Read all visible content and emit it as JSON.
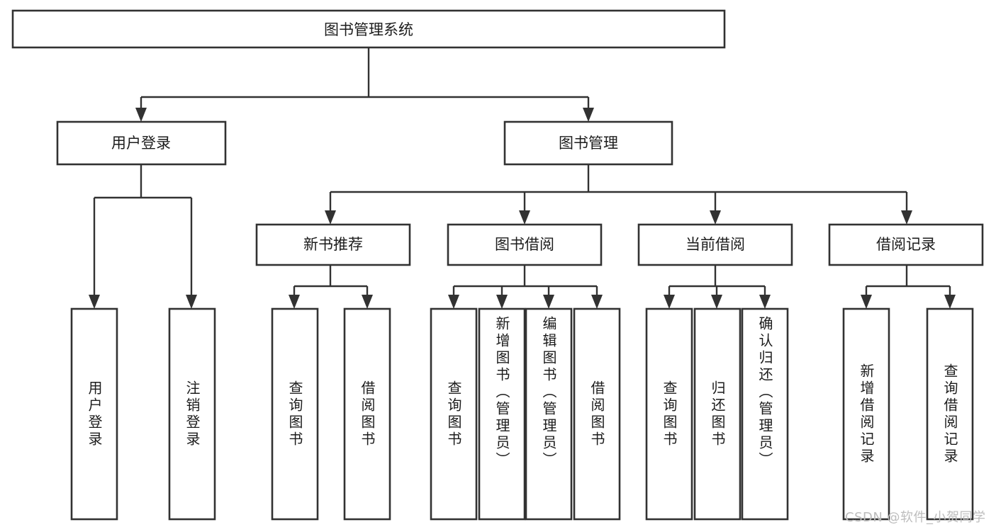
{
  "diagram": {
    "title": "图书管理系统",
    "type": "tree-hierarchy-diagram",
    "root": {
      "label": "图书管理系统"
    },
    "level2": [
      {
        "label": "用户登录"
      },
      {
        "label": "图书管理"
      }
    ],
    "level3": [
      {
        "label": "新书推荐"
      },
      {
        "label": "图书借阅"
      },
      {
        "label": "当前借阅"
      },
      {
        "label": "借阅记录"
      }
    ],
    "leaves": {
      "user_login": [
        {
          "label": "用户登录"
        },
        {
          "label": "注销登录"
        }
      ],
      "new_book_recommend": [
        {
          "label": "查询图书"
        },
        {
          "label": "借阅图书"
        }
      ],
      "book_borrow": [
        {
          "label": "查询图书"
        },
        {
          "label": "新增图书（管理员）"
        },
        {
          "label": "编辑图书（管理员）"
        },
        {
          "label": "借阅图书"
        }
      ],
      "current_borrow": [
        {
          "label": "查询图书"
        },
        {
          "label": "归还图书"
        },
        {
          "label": "确认归还（管理员）"
        }
      ],
      "borrow_record": [
        {
          "label": "新增借阅记录"
        },
        {
          "label": "查询借阅记录"
        }
      ]
    }
  },
  "watermark": {
    "text": "CSDN @软件_小贺同学"
  },
  "colors": {
    "stroke": "#323232",
    "box_fill": "#ffffff",
    "text": "#1c1c1c",
    "watermark": "#bdbdbd",
    "background": "#ffffff"
  }
}
